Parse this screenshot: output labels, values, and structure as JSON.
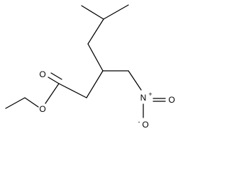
{
  "molecule": {
    "atoms": {
      "carbonyl_oxygen": "O",
      "ester_oxygen": "O",
      "nitro_nitrogen": "N",
      "nitro_n_charge": "+",
      "nitro_oxygen_double": "O",
      "nitro_oxygen_single": "O",
      "nitro_o_charge": "-"
    }
  }
}
